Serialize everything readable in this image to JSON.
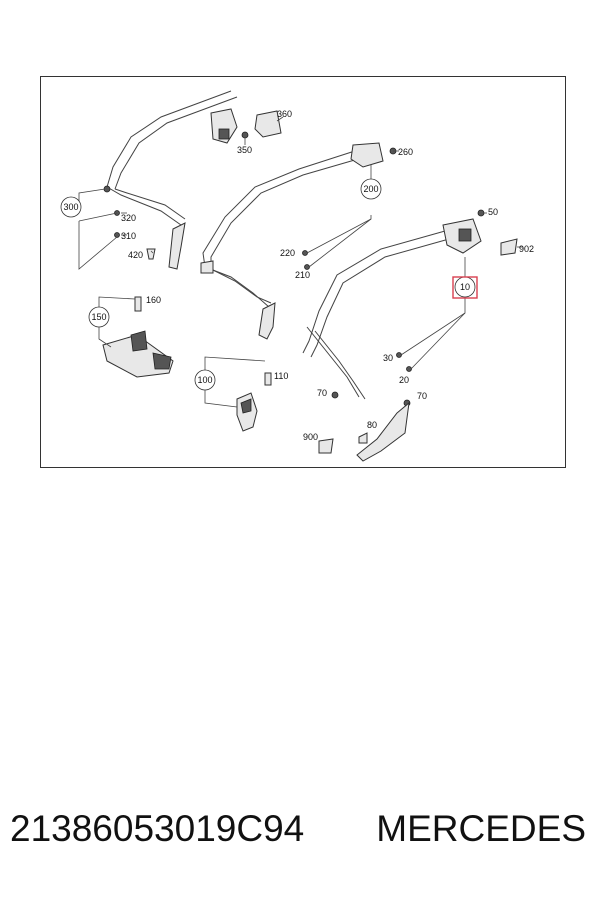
{
  "diagram": {
    "accent_color": "#d84050",
    "labels": {
      "l360": "360",
      "l350": "350",
      "l260": "260",
      "l200": "200",
      "l300": "300",
      "l320": "320",
      "l310": "310",
      "l420": "420",
      "l220": "220",
      "l210": "210",
      "l50": "50",
      "l902": "902",
      "l10": "10",
      "l160": "160",
      "l150": "150",
      "l110": "110",
      "l100": "100",
      "l30": "30",
      "l20": "20",
      "l70a": "70",
      "l70b": "70",
      "l80": "80",
      "l900": "900"
    }
  },
  "caption": {
    "part_number": "21386053019C94",
    "brand": "MERCEDES"
  }
}
